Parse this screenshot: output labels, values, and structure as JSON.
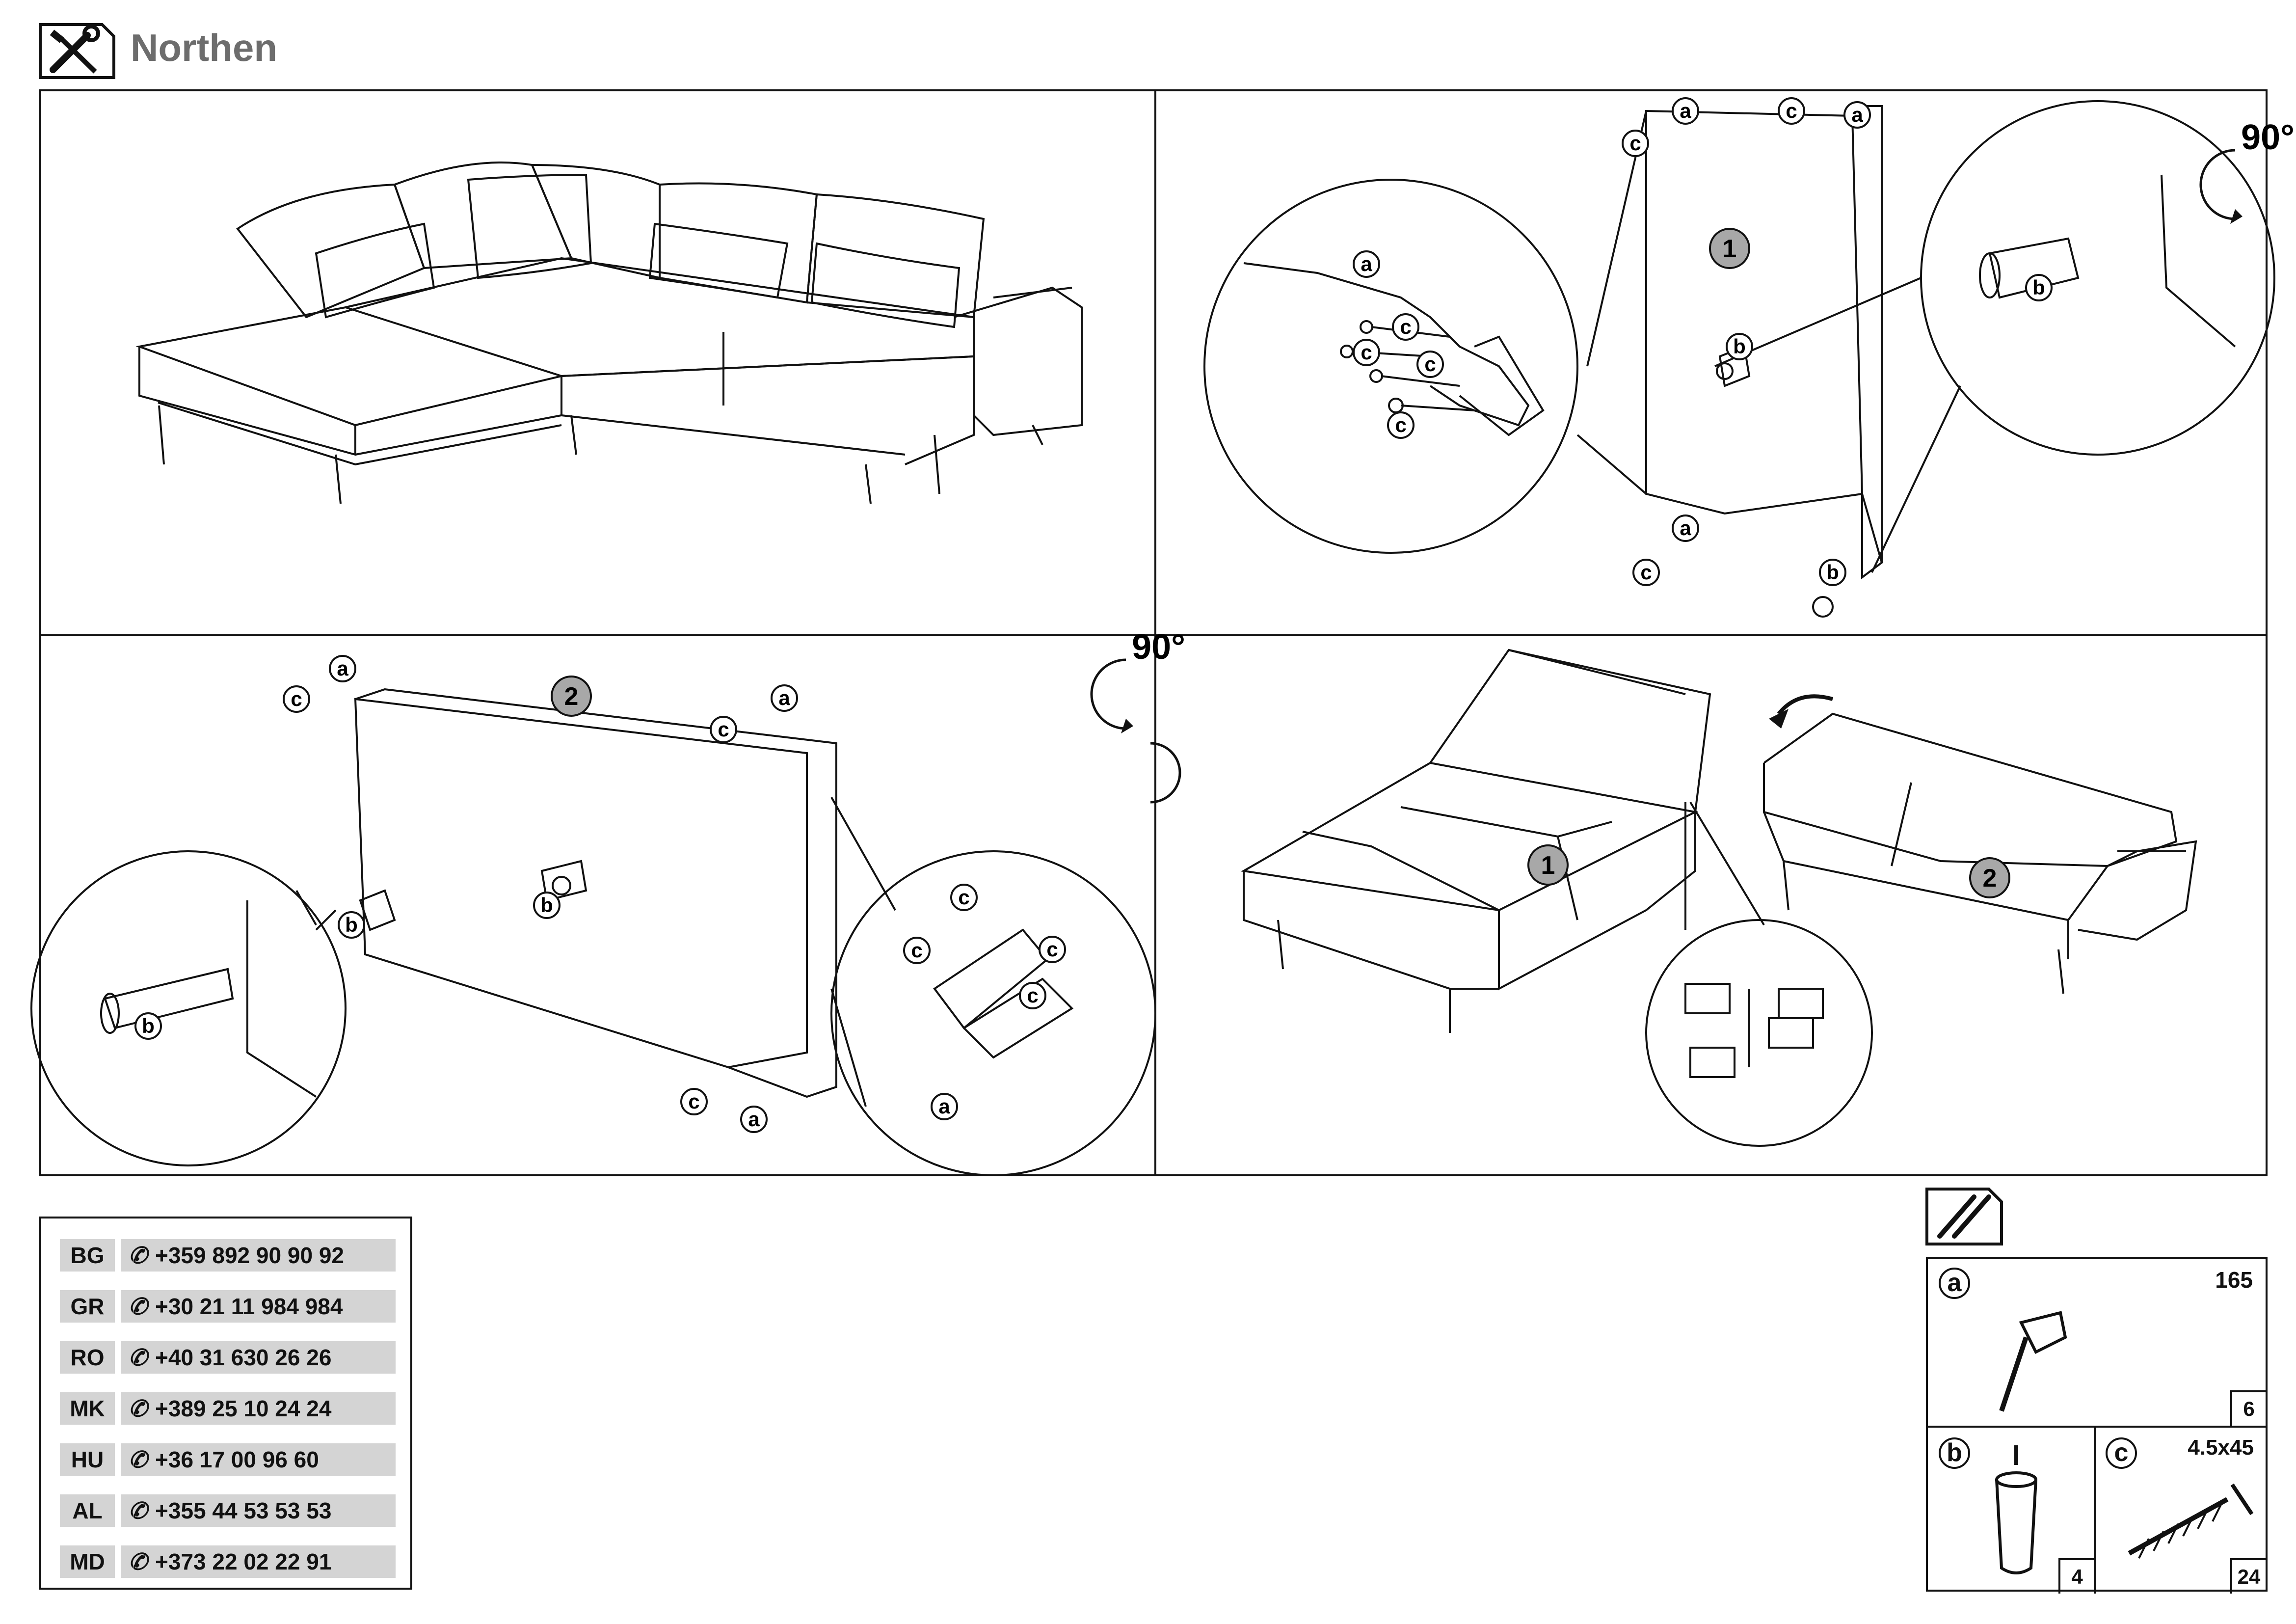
{
  "header": {
    "title": "Northen",
    "icon": "tools-icon"
  },
  "steps": [
    {
      "id": 1,
      "labels": []
    },
    {
      "id": 2,
      "rotation": "90°",
      "part_markers": [
        "1"
      ],
      "labels": [
        "a",
        "a",
        "a",
        "c",
        "c",
        "c",
        "c",
        "b",
        "b",
        "b"
      ],
      "detail_labels": [
        "a",
        "c",
        "c",
        "c",
        "c"
      ]
    },
    {
      "id": 3,
      "rotation": "90°",
      "part_markers": [
        "2"
      ],
      "labels": [
        "a",
        "a",
        "a",
        "c",
        "c",
        "c",
        "b",
        "b",
        "b"
      ],
      "detail_labels": [
        "a",
        "c",
        "c",
        "c",
        "c"
      ]
    },
    {
      "id": 4,
      "part_markers": [
        "1",
        "2"
      ]
    }
  ],
  "contacts": [
    {
      "country": "BG",
      "phone": "+359 892 90 90 92"
    },
    {
      "country": "GR",
      "phone": "+30 21 11 984 984"
    },
    {
      "country": "RO",
      "phone": "+40 31 630 26 26"
    },
    {
      "country": "MK",
      "phone": "+389 25 10 24 24"
    },
    {
      "country": "HU",
      "phone": "+36 17 00 96 60"
    },
    {
      "country": "AL",
      "phone": "+355 44 53 53 53"
    },
    {
      "country": "MD",
      "phone": "+373 22 02 22 91"
    }
  ],
  "hardware": {
    "icon": "hardware-icon",
    "items": [
      {
        "letter": "a",
        "size": "165",
        "qty": "6",
        "name": "leg-bracket"
      },
      {
        "letter": "b",
        "size": "",
        "qty": "4",
        "name": "wooden-foot"
      },
      {
        "letter": "c",
        "size": "4.5x45",
        "qty": "24",
        "name": "screw"
      }
    ]
  },
  "labels": {
    "rot": "90°",
    "a": "a",
    "b": "b",
    "c": "c",
    "one": "1",
    "two": "2"
  }
}
